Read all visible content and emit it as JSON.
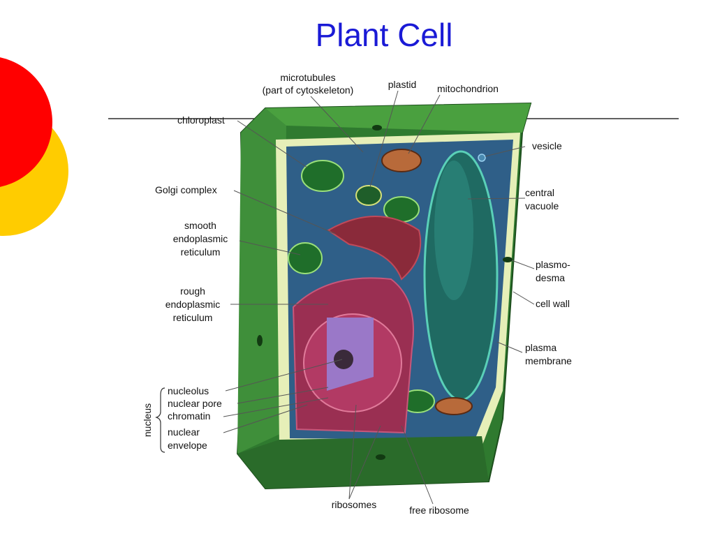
{
  "slide": {
    "title": "Plant Cell",
    "title_color": "#1a1ad6",
    "decoration_colors": [
      "#ff0000",
      "#ffcc00"
    ]
  },
  "diagram": {
    "labels": {
      "microtubules_1": "microtubules",
      "microtubules_2": "(part of cytoskeleton)",
      "plastid": "plastid",
      "mitochondrion": "mitochondrion",
      "chloroplast": "chloroplast",
      "vesicle": "vesicle",
      "golgi": "Golgi complex",
      "central_vacuole_1": "central",
      "central_vacuole_2": "vacuole",
      "smooth_er_1": "smooth",
      "smooth_er_2": "endoplasmic",
      "smooth_er_3": "reticulum",
      "plasmodesma_1": "plasmo-",
      "plasmodesma_2": "desma",
      "rough_er_1": "rough",
      "rough_er_2": "endoplasmic",
      "rough_er_3": "reticulum",
      "cell_wall": "cell wall",
      "plasma_membrane_1": "plasma",
      "plasma_membrane_2": "membrane",
      "nucleolus": "nucleolus",
      "nuclear_pore": "nuclear pore",
      "chromatin": "chromatin",
      "nuclear_envelope_1": "nuclear",
      "nuclear_envelope_2": "envelope",
      "nucleus": "nucleus",
      "ribosomes": "ribosomes",
      "free_ribosome": "free ribosome"
    }
  }
}
